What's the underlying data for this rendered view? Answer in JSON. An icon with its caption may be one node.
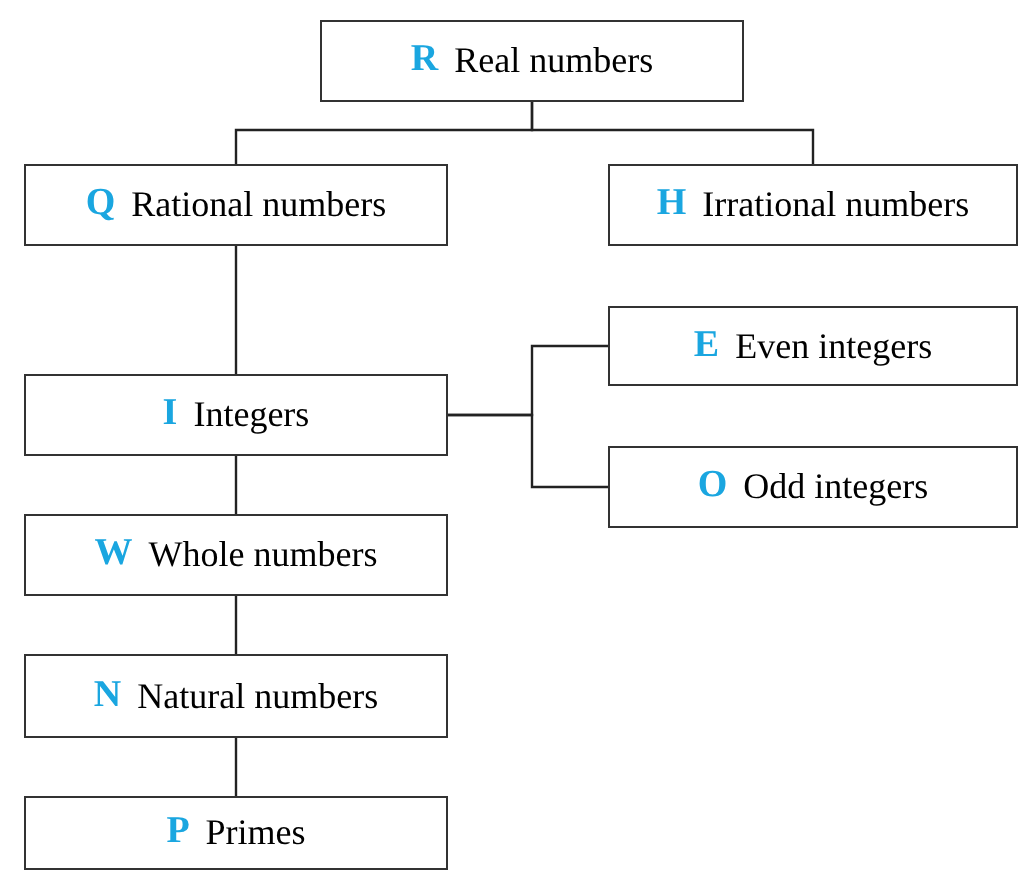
{
  "diagram": {
    "nodes": [
      {
        "text": [
          "R",
          "Real numbers"
        ]
      },
      {
        "text": [
          "Q",
          "Rational numbers"
        ]
      },
      {
        "text": [
          "H",
          "Irrational numbers"
        ]
      },
      {
        "text": [
          "E",
          "Even integers"
        ]
      },
      {
        "text": [
          "I",
          "Integers"
        ]
      },
      {
        "text": [
          "O",
          "Odd integers"
        ]
      },
      {
        "text": [
          "W",
          "Whole numbers"
        ]
      },
      {
        "text": [
          "N",
          "Natural numbers"
        ]
      },
      {
        "text": [
          "P",
          "Primes"
        ]
      }
    ],
    "edges": [
      {
        "from": 0,
        "to": 1,
        "arrow": "none"
      },
      {
        "from": 0,
        "to": 2,
        "arrow": "none"
      },
      {
        "from": 1,
        "to": 4,
        "arrow": "none"
      },
      {
        "from": 4,
        "to": 3,
        "arrow": "none"
      },
      {
        "from": 4,
        "to": 5,
        "arrow": "none"
      },
      {
        "from": 4,
        "to": 6,
        "arrow": "none"
      },
      {
        "from": 6,
        "to": 7,
        "arrow": "none"
      },
      {
        "from": 7,
        "to": 8,
        "arrow": "none"
      }
    ]
  }
}
